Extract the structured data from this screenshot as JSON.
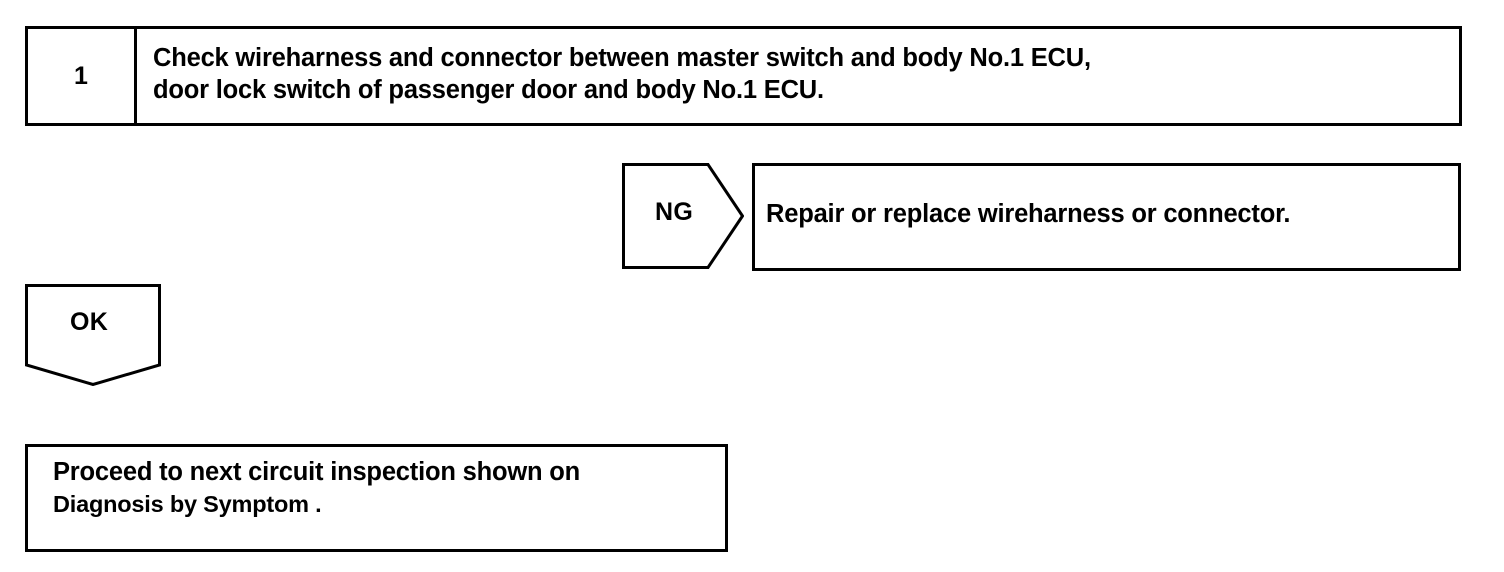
{
  "diagram": {
    "type": "troubleshooting-flowchart",
    "colors": {
      "line": "#000000",
      "background": "#ffffff",
      "text": "#000000"
    },
    "step": {
      "number": "1",
      "text_line1": "Check wireharness and connector between master switch and body No.1 ECU,",
      "text_line2": "door lock switch of passenger door and body No.1 ECU."
    },
    "ng_branch": {
      "label": "NG",
      "result_text": "Repair or replace wireharness or connector."
    },
    "ok_branch": {
      "label": "OK",
      "result_line1": "Proceed to next circuit inspection shown on",
      "result_line2": "Diagnosis by Symptom ."
    }
  }
}
